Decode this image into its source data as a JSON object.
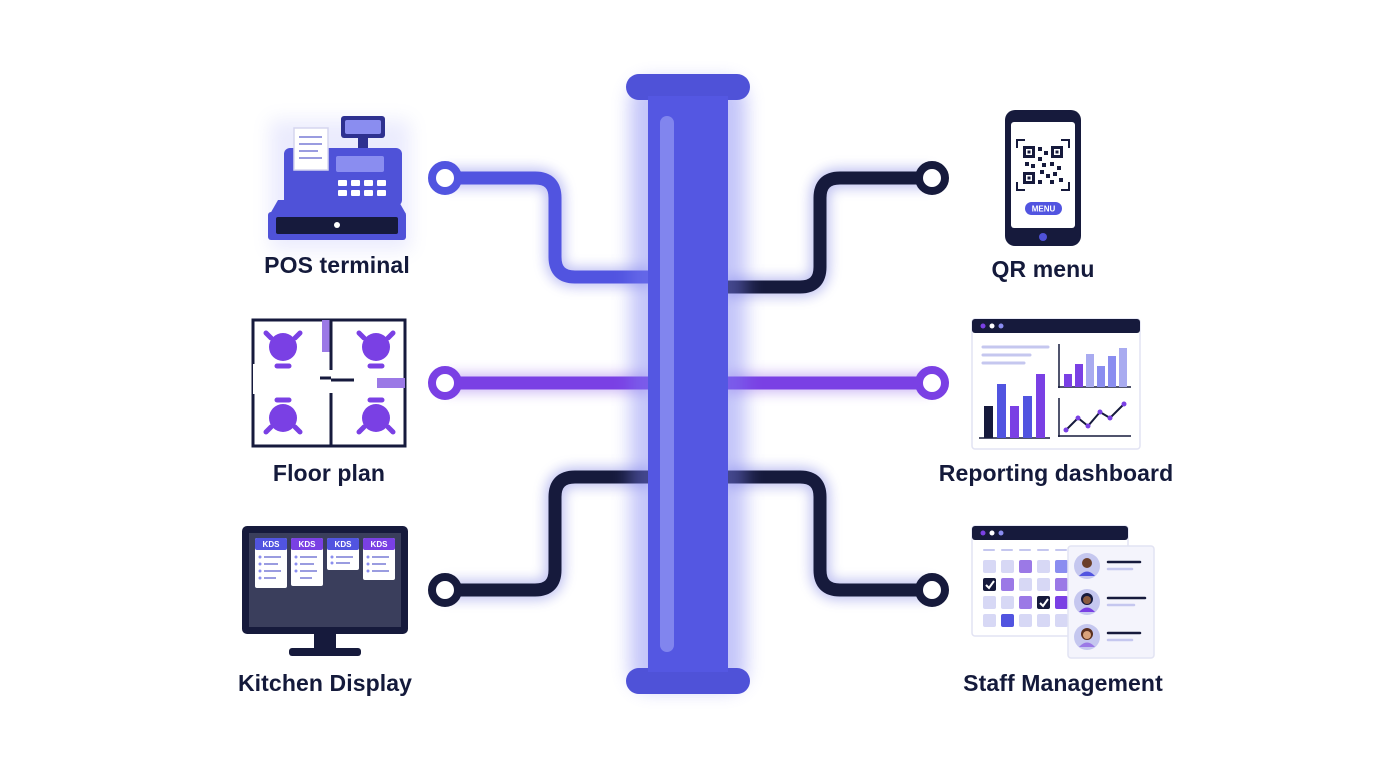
{
  "colors": {
    "bus": "#5154e0",
    "bus_dark": "#4547cc",
    "bus_highlight": "#8a8df0",
    "navy": "#161a3c",
    "purple": "#7a40e4",
    "light_lavender": "#d7d8f5",
    "glow": "#7b7ff2"
  },
  "nodes": [
    {
      "id": "pos",
      "label": "POS terminal",
      "connector_color": "bus",
      "icon": "cash-register-icon"
    },
    {
      "id": "floor",
      "label": "Floor plan",
      "connector_color": "purple",
      "icon": "floor-plan-icon"
    },
    {
      "id": "kitchen",
      "label": "Kitchen Display",
      "connector_color": "navy",
      "icon": "monitor-icon"
    },
    {
      "id": "qr",
      "label": "QR menu",
      "connector_color": "navy",
      "icon": "phone-qr-icon"
    },
    {
      "id": "reporting",
      "label": "Reporting dashboard",
      "connector_color": "purple",
      "icon": "dashboard-icon"
    },
    {
      "id": "staff",
      "label": "Staff Management",
      "connector_color": "navy",
      "icon": "schedule-icon"
    }
  ],
  "icon_text": {
    "kds_tickets": [
      "KDS",
      "KDS",
      "KDS",
      "KDS"
    ],
    "qr_button": "MENU"
  }
}
